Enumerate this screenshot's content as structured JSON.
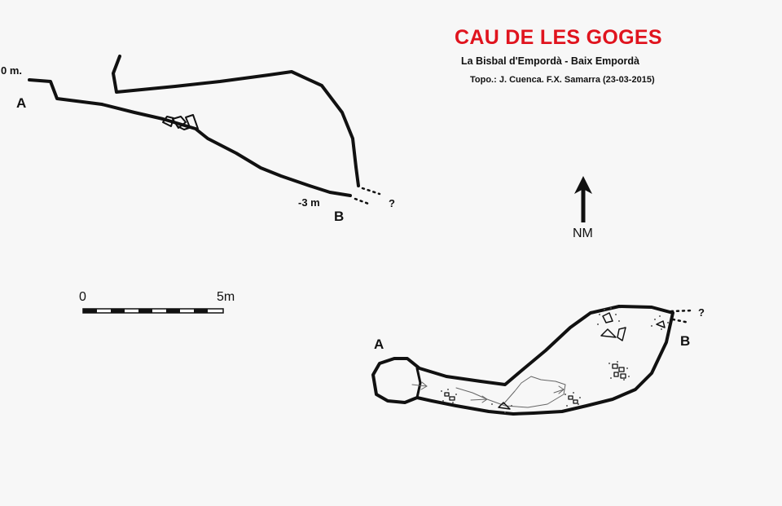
{
  "header": {
    "title": "CAU DE LES GOGES",
    "subtitle": "La Bisbal d'Empordà - Baix Empordà",
    "credits": "Topo.: J. Cuenca. F.X. Samarra (23-03-2015)"
  },
  "profile": {
    "depth_top": "0 m.",
    "depth_bottom": "-3 m",
    "entrance_a": "A",
    "entrance_b": "B",
    "unknown": "?"
  },
  "north": {
    "label": "NM"
  },
  "scale": {
    "start": "0",
    "end": "5m"
  },
  "plan": {
    "entrance_a": "A",
    "entrance_b": "B",
    "unknown": "?"
  },
  "colors": {
    "title": "#e0141e",
    "ink": "#111111",
    "background": "#f7f7f7"
  }
}
